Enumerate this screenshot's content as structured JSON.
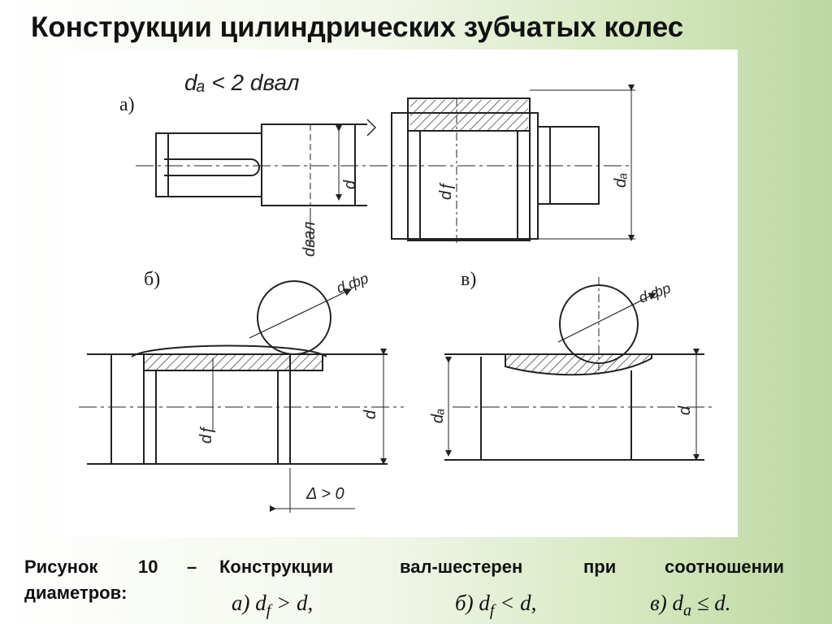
{
  "slide": {
    "title": "Конструкции цилиндрических зубчатых колес"
  },
  "figure": {
    "labels": {
      "a": "а)",
      "b": "б)",
      "v": "в)"
    },
    "annotations": {
      "a_condition": "dₐ < 2 dвал",
      "d": "d",
      "d_val": "dвал",
      "d_f": "dƒ",
      "d_a": "dₐ",
      "d_fr": "d фр",
      "delta": "Δ > 0"
    }
  },
  "caption": {
    "line1_word1": "Рисунок",
    "line1_number": "10",
    "line1_dash": "–",
    "line1_word2": "Конструкции",
    "line1_word3": "вал-шестерен",
    "line1_word4": "при",
    "line1_word5": "соотношении",
    "line2_word": "диаметров:",
    "formula_a": "а) d",
    "formula_a_sub": "f",
    "formula_a_rest": " > d,",
    "formula_b": "б) d",
    "formula_b_sub": "f",
    "formula_b_rest": " < d,",
    "formula_v": "в) d",
    "formula_v_sub": "a",
    "formula_v_rest": " ≤ d."
  }
}
